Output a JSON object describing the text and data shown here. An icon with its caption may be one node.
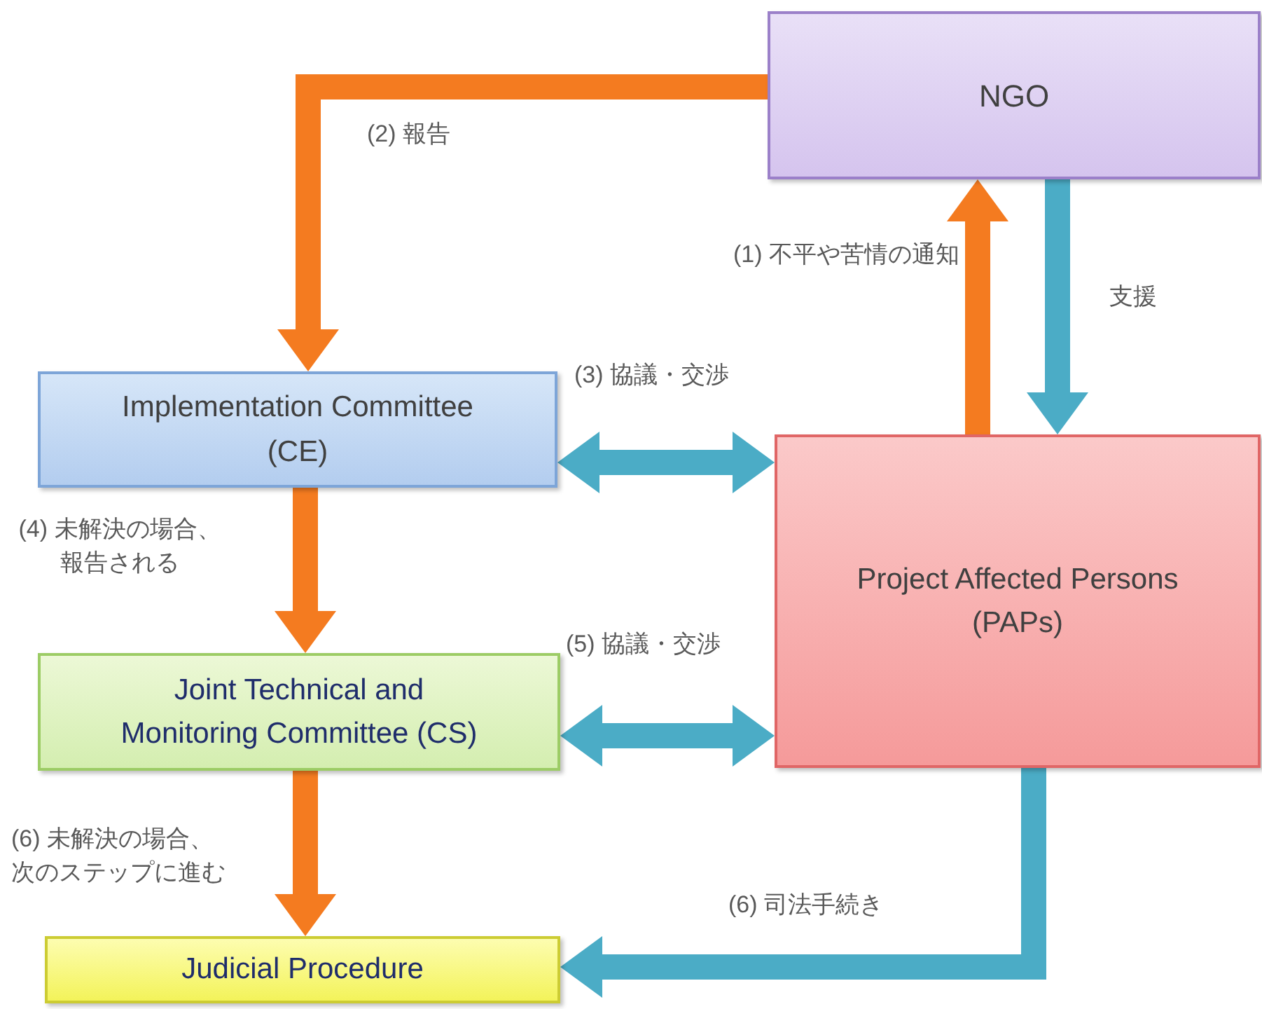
{
  "diagram": {
    "nodes": [
      {
        "text": [
          "NGO"
        ]
      },
      {
        "text": [
          "Implementation Committee (CE)"
        ]
      },
      {
        "text": [
          "Project Affected Persons (PAPs)"
        ]
      },
      {
        "text": [
          "Joint Technical and Monitoring Committee (CS)"
        ]
      },
      {
        "text": [
          "Judicial Procedure"
        ]
      }
    ],
    "edges": [
      {
        "from": 0,
        "to": 1,
        "arrow": "to",
        "label": "(2) 報告"
      },
      {
        "from": 2,
        "to": 0,
        "arrow": "to",
        "label": "(1) 不平や苦情の通知"
      },
      {
        "from": 0,
        "to": 2,
        "arrow": "to",
        "label": "支援",
        "color": "#4bacc6"
      },
      {
        "from": 1,
        "to": 2,
        "arrow": "both",
        "label": "(3) 協議・交渉",
        "color": "#4bacc6"
      },
      {
        "from": 1,
        "to": 3,
        "arrow": "to",
        "label": "(4) 未解決の場合、報告される"
      },
      {
        "from": 3,
        "to": 2,
        "arrow": "both",
        "label": "(5) 協議・交渉",
        "color": "#4bacc6"
      },
      {
        "from": 3,
        "to": 4,
        "arrow": "to",
        "label": "(6) 未解決の場合、次のステップに進む"
      },
      {
        "from": 2,
        "to": 4,
        "arrow": "to",
        "label": "(6) 司法手続き",
        "color": "#4bacc6"
      }
    ]
  }
}
